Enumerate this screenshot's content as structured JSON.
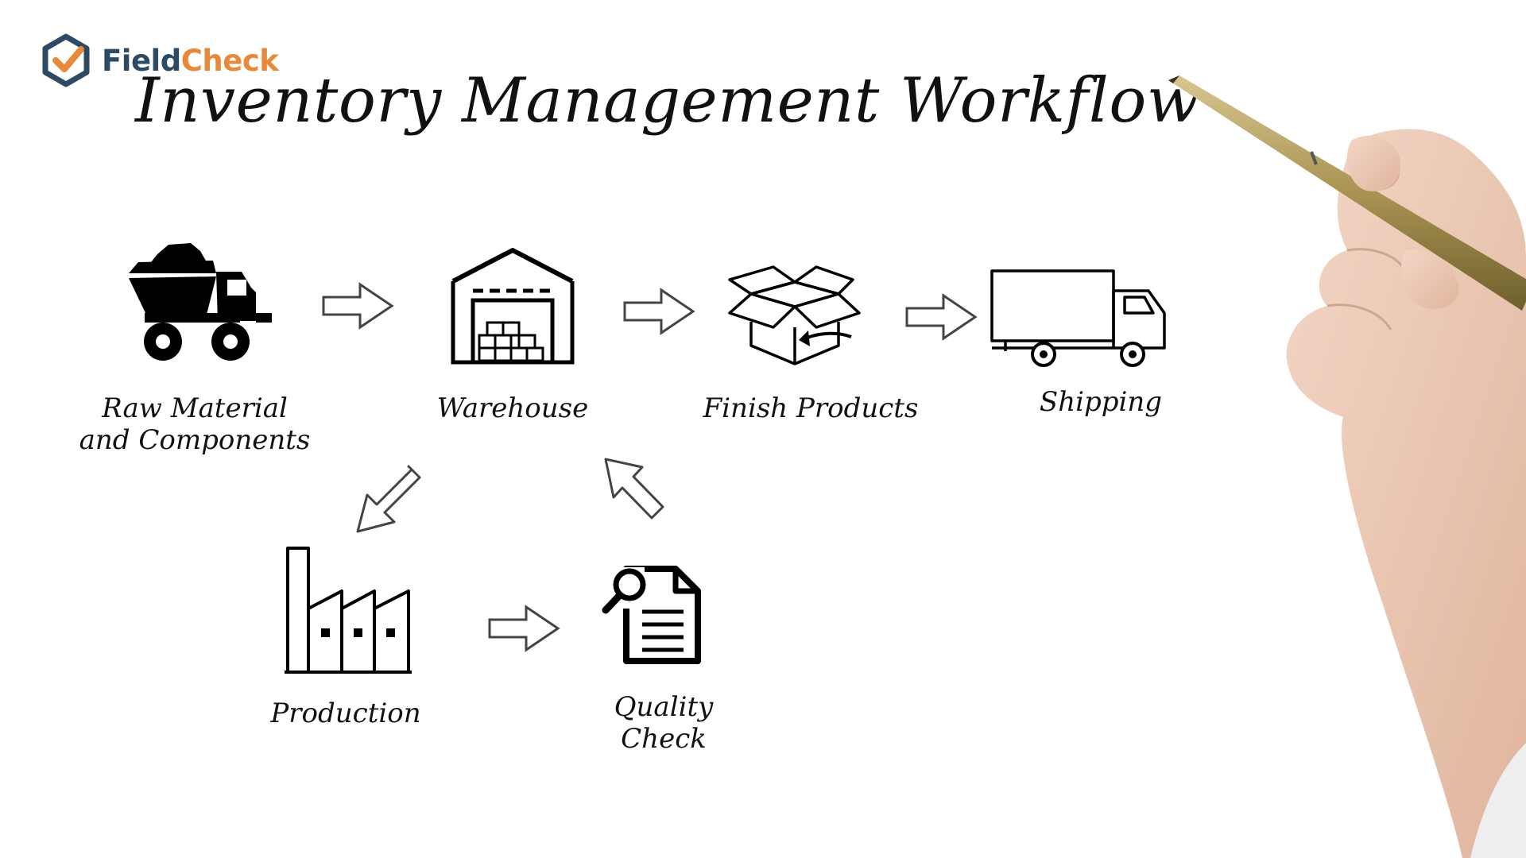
{
  "brand": {
    "name_part1": "Field",
    "name_part2": "Check",
    "primary_color": "#2c4a63",
    "accent_color": "#e8883a"
  },
  "title": "Inventory Management Workflow",
  "steps": [
    {
      "label_line1": "Raw Material",
      "label_line2": "and Components",
      "icon": "dump-truck-icon"
    },
    {
      "label_line1": "Warehouse",
      "icon": "warehouse-icon"
    },
    {
      "label_line1": "Finish Products",
      "icon": "open-box-icon"
    },
    {
      "label_line1": "Shipping",
      "icon": "delivery-truck-icon"
    },
    {
      "label_line1": "Production",
      "icon": "factory-icon"
    },
    {
      "label_line1": "Quality",
      "label_line2": "Check",
      "icon": "document-magnifier-icon"
    }
  ],
  "flow": [
    "Raw Material and Components → Warehouse",
    "Warehouse → Finish Products",
    "Finish Products → Shipping",
    "Warehouse → Production",
    "Production → Quality Check",
    "Quality Check → Warehouse"
  ]
}
